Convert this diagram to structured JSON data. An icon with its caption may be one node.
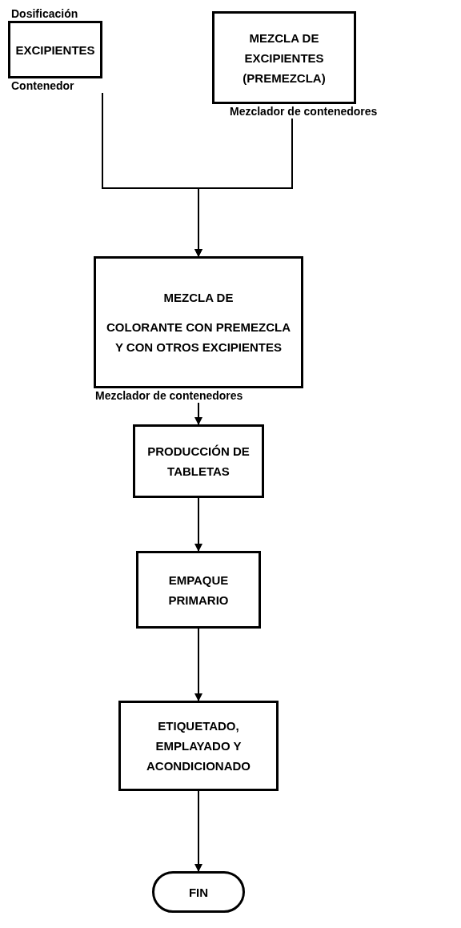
{
  "diagram": {
    "nodes": [
      {
        "text": [
          "EXCIPIENTES"
        ],
        "beside": [
          "Dosificación",
          "Contenedor"
        ]
      },
      {
        "text": [
          "MEZCLA DE EXCIPIENTES (PREMEZCLA)"
        ],
        "beside": [
          "Mezclador de contenedores"
        ]
      },
      {
        "text": [
          "MEZCLA DE",
          "COLORANTE CON PREMEZCLA Y CON OTROS EXCIPIENTES"
        ],
        "beside": [
          "Mezclador de contenedores"
        ]
      },
      {
        "text": [
          "PRODUCCIÓN DE TABLETAS"
        ]
      },
      {
        "text": [
          "EMPAQUE PRIMARIO"
        ]
      },
      {
        "text": [
          "ETIQUETADO, EMPLAYADO Y ACONDICIONADO"
        ]
      },
      {
        "text": [
          "FIN"
        ]
      }
    ],
    "edges": [
      {
        "from": 0,
        "to": 2,
        "arrow": "to"
      },
      {
        "from": 1,
        "to": 2,
        "arrow": "to"
      },
      {
        "from": 2,
        "to": 3,
        "arrow": "to"
      },
      {
        "from": 3,
        "to": 4,
        "arrow": "to"
      },
      {
        "from": 4,
        "to": 5,
        "arrow": "to"
      },
      {
        "from": 5,
        "to": 6,
        "arrow": "to"
      }
    ]
  }
}
